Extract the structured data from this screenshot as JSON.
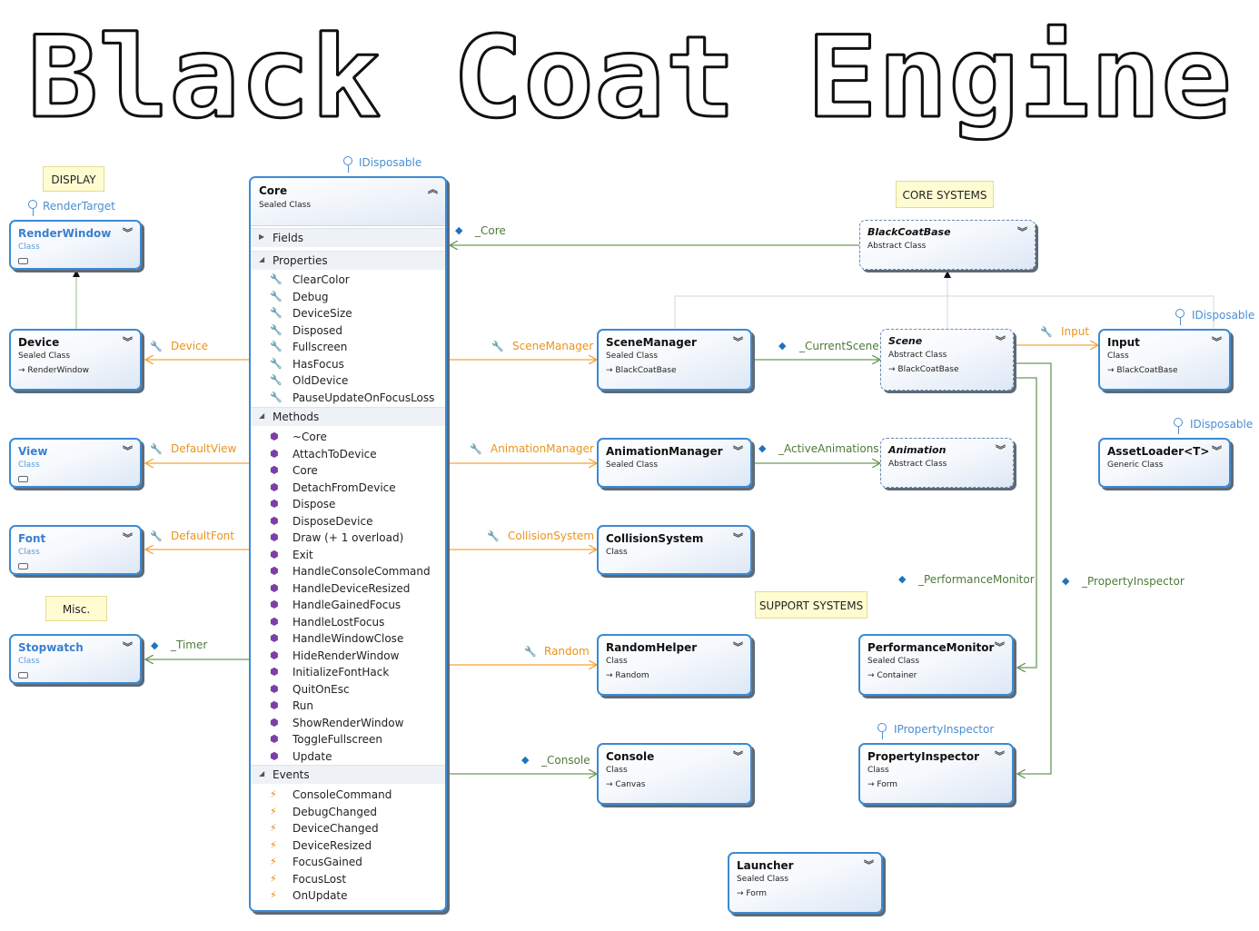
{
  "title": "Black Coat Engine",
  "notes": {
    "display": "DISPLAY",
    "core_systems": "CORE SYSTEMS",
    "misc": "Misc.",
    "support_systems": "SUPPORT SYSTEMS"
  },
  "core": {
    "name": "Core",
    "kind": "Sealed Class",
    "interface": "IDisposable",
    "sections": {
      "fields": "Fields",
      "properties": "Properties",
      "methods": "Methods",
      "events": "Events"
    },
    "properties": [
      "ClearColor",
      "Debug",
      "DeviceSize",
      "Disposed",
      "Fullscreen",
      "HasFocus",
      "OldDevice",
      "PauseUpdateOnFocusLoss"
    ],
    "methods": [
      "~Core",
      "AttachToDevice",
      "Core",
      "DetachFromDevice",
      "Dispose",
      "DisposeDevice",
      "Draw (+ 1 overload)",
      "Exit",
      "HandleConsoleCommand",
      "HandleDeviceResized",
      "HandleGainedFocus",
      "HandleLostFocus",
      "HandleWindowClose",
      "HideRenderWindow",
      "InitializeFontHack",
      "QuitOnEsc",
      "Run",
      "ShowRenderWindow",
      "ToggleFullscreen",
      "Update"
    ],
    "events": [
      "ConsoleCommand",
      "DebugChanged",
      "DeviceChanged",
      "DeviceResized",
      "FocusGained",
      "FocusLost",
      "OnUpdate"
    ]
  },
  "classes": {
    "render_window": {
      "name": "RenderWindow",
      "kind": "Class",
      "interface": "RenderTarget"
    },
    "device": {
      "name": "Device",
      "kind": "Sealed Class",
      "base": "RenderWindow"
    },
    "view": {
      "name": "View",
      "kind": "Class"
    },
    "font": {
      "name": "Font",
      "kind": "Class"
    },
    "stopwatch": {
      "name": "Stopwatch",
      "kind": "Class"
    },
    "black_coat_base": {
      "name": "BlackCoatBase",
      "kind": "Abstract Class"
    },
    "scene_manager": {
      "name": "SceneManager",
      "kind": "Sealed Class",
      "base": "BlackCoatBase"
    },
    "scene": {
      "name": "Scene",
      "kind": "Abstract Class",
      "base": "BlackCoatBase"
    },
    "input": {
      "name": "Input",
      "kind": "Class",
      "base": "BlackCoatBase",
      "interface": "IDisposable"
    },
    "animation_manager": {
      "name": "AnimationManager",
      "kind": "Sealed Class"
    },
    "animation": {
      "name": "Animation",
      "kind": "Abstract Class"
    },
    "asset_loader": {
      "name": "AssetLoader<T>",
      "kind": "Generic Class",
      "interface": "IDisposable"
    },
    "collision_system": {
      "name": "CollisionSystem",
      "kind": "Class"
    },
    "random_helper": {
      "name": "RandomHelper",
      "kind": "Class",
      "base": "Random"
    },
    "performance_monitor": {
      "name": "PerformanceMonitor",
      "kind": "Sealed Class",
      "base": "Container"
    },
    "property_inspector": {
      "name": "PropertyInspector",
      "kind": "Class",
      "base": "Form",
      "interface": "IPropertyInspector"
    },
    "console": {
      "name": "Console",
      "kind": "Class",
      "base": "Canvas"
    },
    "launcher": {
      "name": "Launcher",
      "kind": "Sealed Class",
      "base": "Form"
    }
  },
  "associations": {
    "device": "Device",
    "default_view": "DefaultView",
    "default_font": "DefaultFont",
    "timer": "_Timer",
    "core_ref": "_Core",
    "scene_manager": "SceneManager",
    "animation_manager": "AnimationManager",
    "collision_system": "CollisionSystem",
    "random": "Random",
    "console": "_Console",
    "current_scene": "_CurrentScene",
    "active_animations": "_ActiveAnimations",
    "input": "Input",
    "performance_monitor": "_PerformanceMonitor",
    "property_inspector": "_PropertyInspector"
  },
  "colors": {
    "class_border": "#3c8ad2",
    "property_association": "#f5a53a",
    "field_association": "#6b9a58",
    "inheritance": "#a9c79b",
    "note_fill": "#fffcd2"
  },
  "icons": {
    "property": "wrench-icon",
    "field": "field-icon",
    "method": "method-cube-icon",
    "event": "lightning-icon",
    "interface": "lollipop-icon"
  }
}
